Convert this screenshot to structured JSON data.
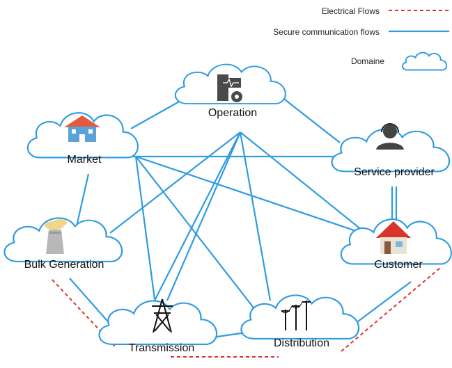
{
  "legend": {
    "electrical_label": "Electrical Flows",
    "secure_label": "Secure communication flows",
    "domain_label": "Domaine",
    "electrical_color": "#e0302a",
    "secure_color": "#2f9be0"
  },
  "nodes": {
    "operation": {
      "label": "Operation",
      "icon": "server-gear-icon"
    },
    "market": {
      "label": "Market",
      "icon": "building-icon"
    },
    "service_provider": {
      "label": "Service provider",
      "icon": "headset-operator-icon"
    },
    "bulk_generation": {
      "label": "Bulk Generation",
      "icon": "power-plant-icon"
    },
    "customer": {
      "label": "Customer",
      "icon": "house-icon"
    },
    "transmission": {
      "label": "Transmission",
      "icon": "transmission-tower-icon"
    },
    "distribution": {
      "label": "Distribution",
      "icon": "distribution-poles-icon"
    }
  }
}
